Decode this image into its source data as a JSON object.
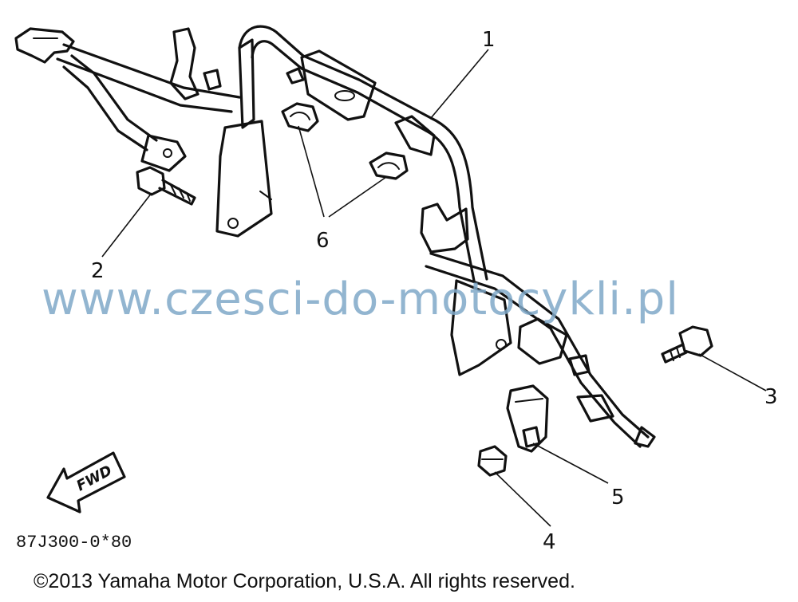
{
  "parts": [
    {
      "number": "1"
    },
    {
      "number": "2"
    },
    {
      "number": "3"
    },
    {
      "number": "4"
    },
    {
      "number": "5"
    },
    {
      "number": "6"
    }
  ],
  "fwd_label": "FWD",
  "diagram_code": "87J300-0*80",
  "watermark": "www.czesci-do-motocykli.pl",
  "copyright": "©2013 Yamaha Motor Corporation, U.S.A. All rights reserved."
}
